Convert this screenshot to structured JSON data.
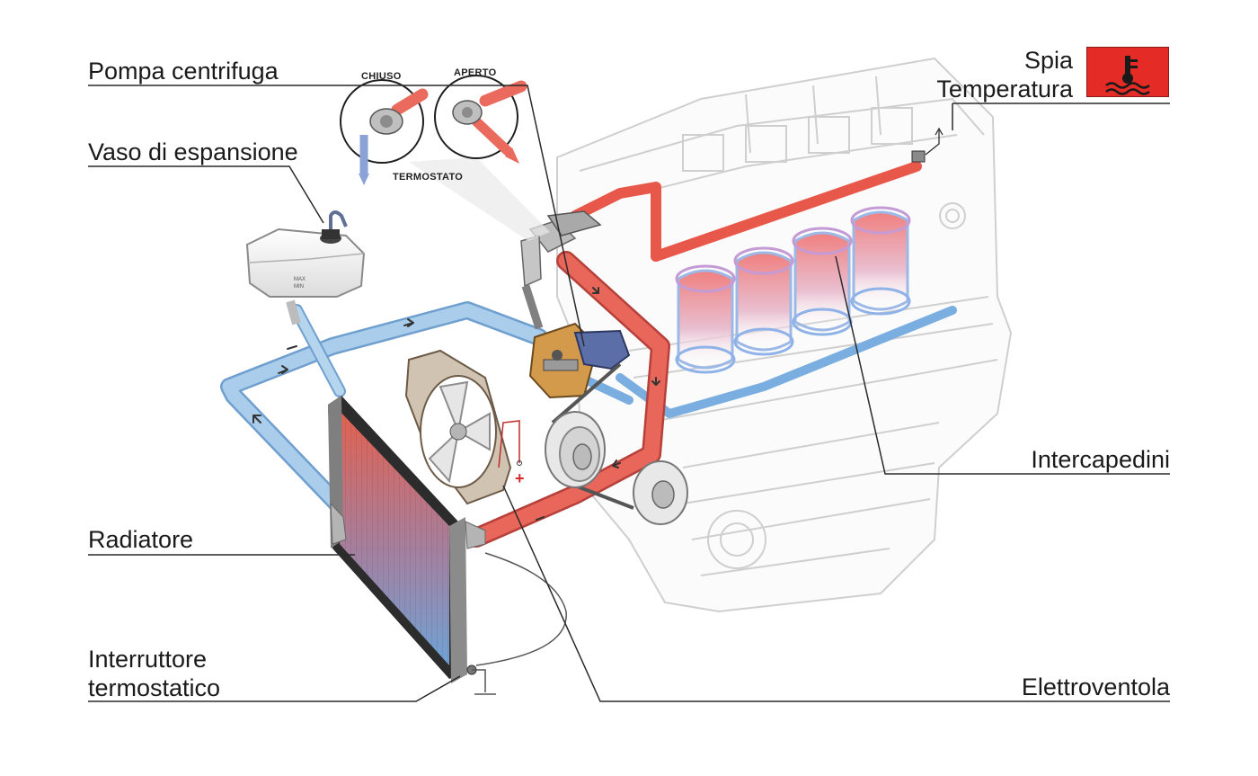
{
  "labels": {
    "pompa": "Pompa centrifuga",
    "vaso": "Vaso di espansione",
    "radiatore": "Radiatore",
    "interruttore_1": "Interruttore",
    "interruttore_2": "termostatico",
    "spia_1": "Spia",
    "spia_2": "Temperatura",
    "intercapedini": "Intercapedini",
    "elettroventola": "Elettroventola"
  },
  "thermostat": {
    "closed": "CHIUSO",
    "open": "APERTO",
    "caption": "TERMOSTATO"
  },
  "tank_marks": {
    "max": "MAX",
    "min": "MIN"
  },
  "fan_terminal": "+",
  "icons": {
    "warning_light": "coolant-temperature-icon"
  },
  "colors": {
    "hot": "#e8584a",
    "cold": "#8bbde3",
    "warning_bg": "#e52b26",
    "leader": "#2a2a2a"
  }
}
